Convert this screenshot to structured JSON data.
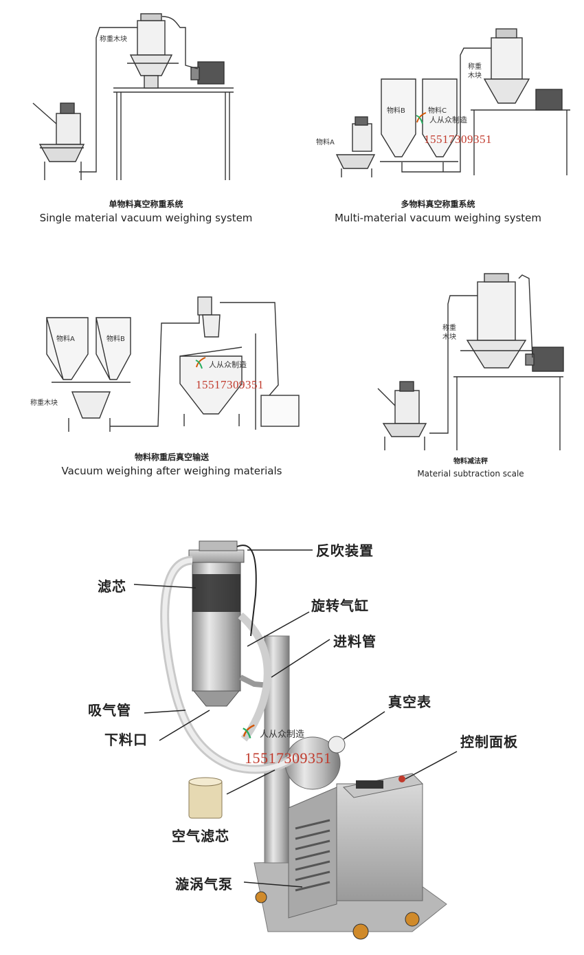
{
  "panels": {
    "single": {
      "caption_zh": "单物料真空称重系统",
      "caption_en": "Single material vacuum weighing system",
      "label_block": "称重木块"
    },
    "multi": {
      "caption_zh": "多物料真空称重系统",
      "caption_en": "Multi-material vacuum weighing system",
      "label_block_l1": "称重",
      "label_block_l2": "木块",
      "label_a": "物料A",
      "label_b": "物料B",
      "label_c": "物料C"
    },
    "after": {
      "caption_zh": "物料称重后真空输送",
      "caption_en": "Vacuum weighing after weighing materials",
      "label_a": "物料A",
      "label_b": "物料B",
      "label_block": "称重木块"
    },
    "subtract": {
      "caption_zh": "物料减法秤",
      "caption_en": "Material subtraction scale",
      "label_block_l1": "称重",
      "label_block_l2": "木块"
    }
  },
  "watermark": {
    "brand": "人从众制造",
    "phone": "15517309351"
  },
  "callouts": {
    "back_blow": "反吹装置",
    "filter_core": "滤芯",
    "rotary_cylinder": "旋转气缸",
    "feed_pipe": "进料管",
    "suction_pipe": "吸气管",
    "vacuum_gauge": "真空表",
    "discharge_port": "下料口",
    "control_panel": "控制面板",
    "air_filter": "空气滤芯",
    "vortex_pump": "漩涡气泵"
  }
}
